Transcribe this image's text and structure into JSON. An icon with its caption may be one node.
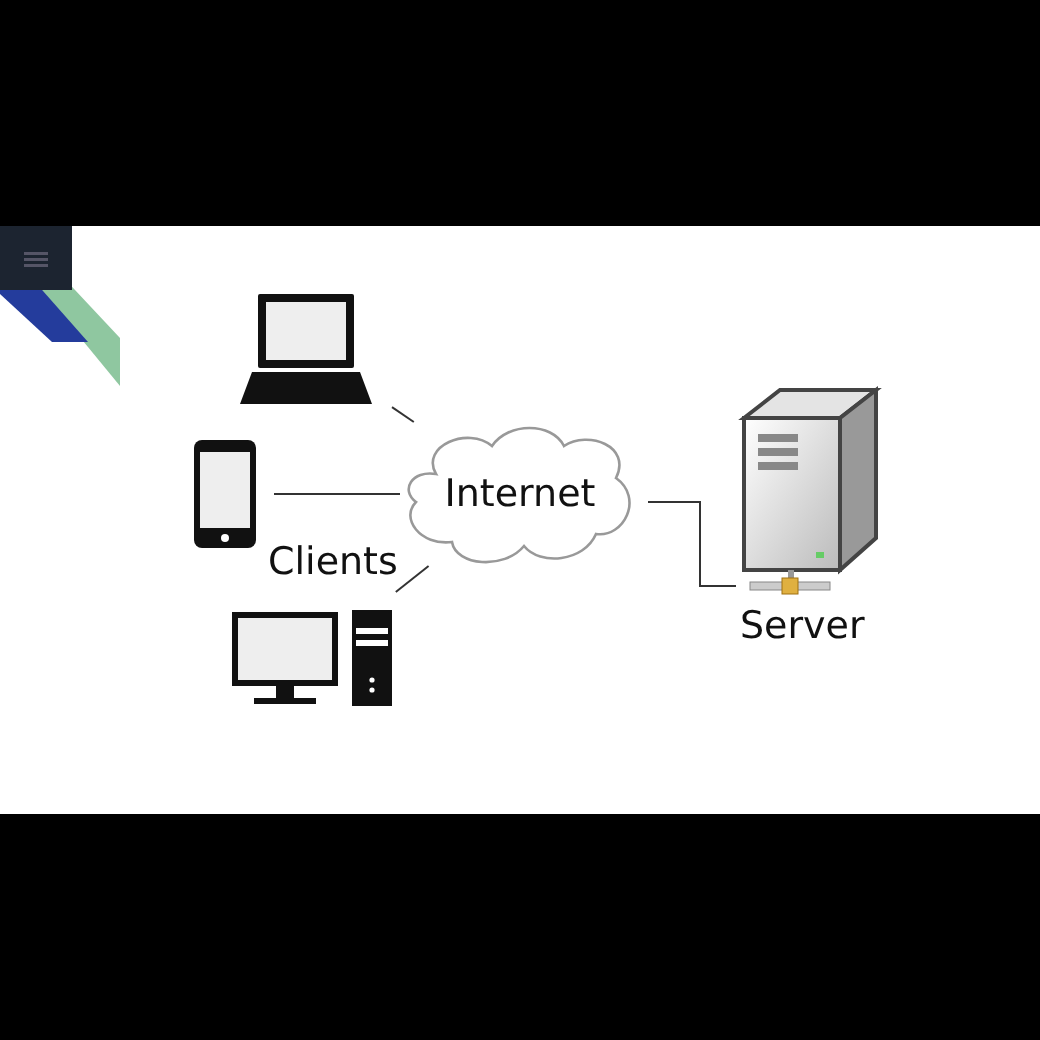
{
  "diagram": {
    "nodes": [
      {
        "text": [],
        "shape": "picture"
      },
      {
        "text": [],
        "shape": "picture"
      },
      {
        "text": [
          "Internet"
        ]
      },
      {
        "text": [],
        "shape": "picture"
      },
      {
        "text": [],
        "shape": "picture",
        "beside": [
          "Server"
        ]
      }
    ],
    "edges": [
      {
        "from": 0,
        "to": 2,
        "arrow": "none"
      },
      {
        "from": 1,
        "to": 2,
        "arrow": "none"
      },
      {
        "from": 3,
        "to": 2,
        "arrow": "none"
      },
      {
        "from": 2,
        "to": 4,
        "arrow": "none"
      }
    ],
    "labels": [
      "Clients"
    ]
  }
}
